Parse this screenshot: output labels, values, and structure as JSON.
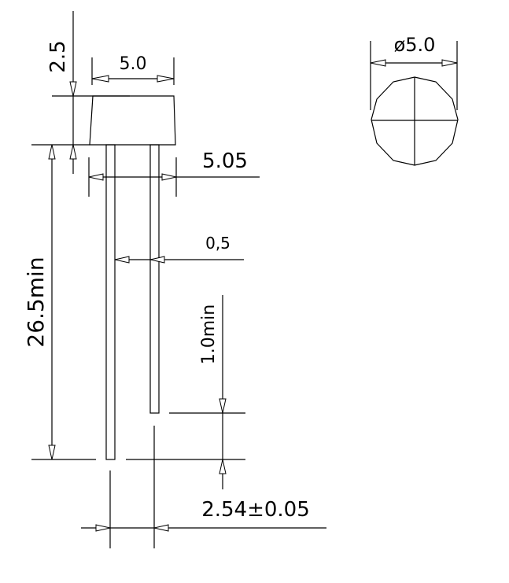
{
  "dimensions": {
    "body_height": "2.5",
    "body_top_width": "5.0",
    "body_base_width": "5.05",
    "lead_width": "0,5",
    "lead_length": "26.5min",
    "lead_length_difference": "1.0min",
    "lead_pitch": "2.54±0.05",
    "diameter": "ø5.0"
  }
}
